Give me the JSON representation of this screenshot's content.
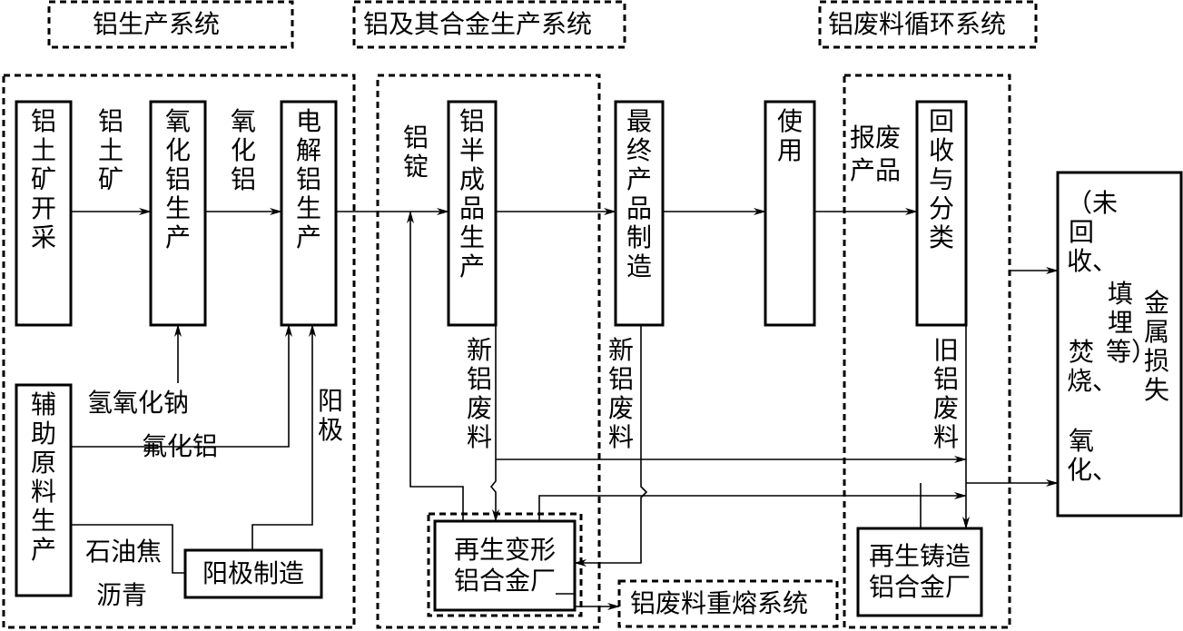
{
  "headers": {
    "aluminum_production_system": "铝生产系统",
    "alloy_production_system": "铝及其合金生产系统",
    "scrap_recycling_system": "铝废料循环系统",
    "scrap_remelting_system": "铝废料重熔系统"
  },
  "boxes": {
    "bauxite_mining": "铝土矿开采",
    "alumina_production": "氧化铝生产",
    "electrolytic_aluminum": "电解铝生产",
    "auxiliary_materials": "辅助原料生产",
    "anode_manufacturing": "阳极制造",
    "semi_finished": "铝半成品生产",
    "final_products": "最终产品制造",
    "use": "使用",
    "recovery_sorting": "回收与分类",
    "wrought_alloy_plant": "再生变形铝合金厂",
    "casting_alloy_plant": "再生铸造铝合金厂",
    "metal_loss_col1": "（未回收、",
    "metal_loss_col1b": "焚烧、",
    "metal_loss_col1c": "氧化、",
    "metal_loss_col2": "填埋等）",
    "metal_loss_col3": "金属损失"
  },
  "labels": {
    "bauxite": "铝土矿",
    "alumina": "氧化铝",
    "ingot": "铝锭",
    "sodium_hydroxide": "氢氧化钠",
    "aluminum_fluoride": "氟化铝",
    "anode": "阳极",
    "petroleum_coke": "石油焦",
    "pitch": "沥青",
    "new_scrap_1": "新铝废料",
    "new_scrap_2": "新铝废料",
    "old_scrap": "旧铝废料",
    "scrapped_products": "报废产品"
  }
}
